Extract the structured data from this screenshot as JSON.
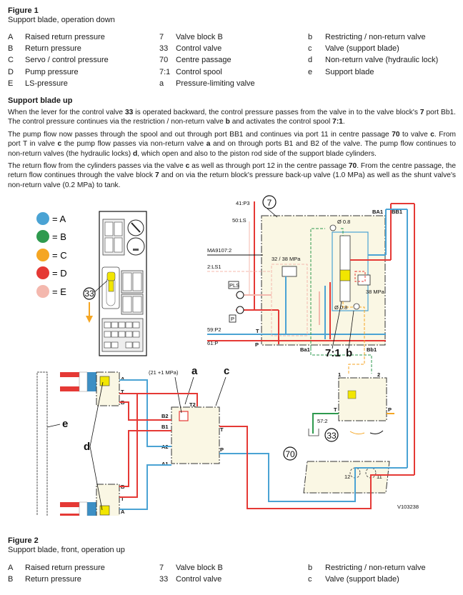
{
  "figure1": {
    "title": "Figure 1",
    "subtitle": "Support blade, operation down",
    "legend": {
      "col1": [
        {
          "key": "A",
          "label": "Raised return pressure"
        },
        {
          "key": "B",
          "label": "Return pressure"
        },
        {
          "key": "C",
          "label": "Servo / control pressure"
        },
        {
          "key": "D",
          "label": "Pump pressure"
        },
        {
          "key": "E",
          "label": "LS-pressure"
        }
      ],
      "col2": [
        {
          "key": "7",
          "label": "Valve block B"
        },
        {
          "key": "33",
          "label": "Control valve"
        },
        {
          "key": "70",
          "label": "Centre passage"
        },
        {
          "key": "7:1",
          "label": "Control spool"
        },
        {
          "key": "a",
          "label": "Pressure-limiting valve"
        }
      ],
      "col3": [
        {
          "key": "b",
          "label": "Restricting / non-return valve"
        },
        {
          "key": "c",
          "label": "Valve (support blade)"
        },
        {
          "key": "d",
          "label": "Non-return valve (hydraulic lock)"
        },
        {
          "key": "e",
          "label": "Support blade"
        }
      ]
    }
  },
  "section": {
    "heading": "Support blade up",
    "paragraphs": [
      {
        "parts": [
          "When the lever for the control valve ",
          "33",
          " is operated backward, the control pressure passes from the valve in to the valve block's ",
          "7",
          " port Bb1. The control pressure continues via the restriction / non-return valve ",
          "b",
          " and activates the control spool ",
          "7:1",
          "."
        ]
      },
      {
        "parts": [
          "The pump flow now passes through the spool and out through port BB1 and continues via port 11 in centre passage ",
          "70",
          " to valve ",
          "c",
          ". From port T in valve ",
          "c",
          " the pump flow passes via non-return valve ",
          "a",
          " and on through ports B1 and B2 of the valve. The pump flow continues to non-return valves (the hydraulic locks) ",
          "d",
          ", which open and also to the piston rod side of the support blade cylinders."
        ]
      },
      {
        "parts": [
          "The return flow from the cylinders passes via the valve ",
          "c",
          " as well as through port 12 in the centre passage ",
          "70",
          ". From the centre passage, the return flow continues through the valve block ",
          "7",
          " and on via the return block's pressure back-up valve (1.0 MPa) as well as the shunt valve's non-return valve (0.2 MPa) to tank."
        ]
      }
    ]
  },
  "diagram": {
    "colors": {
      "A": "#4aa3d4",
      "B": "#2e9a4e",
      "C": "#f5a623",
      "D": "#e53935",
      "E": "#f4b8ae",
      "block_fill": "#faf7e4",
      "highlight": "#f2e600"
    },
    "color_legend": [
      {
        "swatch": "A",
        "label": "= A"
      },
      {
        "swatch": "B",
        "label": "= B"
      },
      {
        "swatch": "C",
        "label": "= C"
      },
      {
        "swatch": "D",
        "label": "= D"
      },
      {
        "swatch": "E",
        "label": "= E"
      }
    ],
    "callouts": {
      "valve_block": "7",
      "control_valve": "33",
      "centre_passage": "70",
      "control_spool": "7:1",
      "restricting_valve": "b",
      "pressure_limiting": "a",
      "valve_c": "c",
      "hydraulic_lock": "d",
      "support_blade": "e"
    },
    "port_labels": {
      "p41": "41:P3",
      "p50": "50:LS",
      "ma": "MA9107:2",
      "ls1": "2:LS1",
      "pls": "PLS",
      "p": "P",
      "p59": "59:P2",
      "p61": "61:P",
      "t": "T",
      "pp": "P",
      "ba1": "BA1",
      "bb1": "BB1",
      "ba1_low": "Ba1",
      "bb1_low": "Bb1",
      "c_b2": "B2",
      "c_b1": "B1",
      "c_a2": "A2",
      "c_a1": "A1",
      "c_t2": "T2",
      "c_t": "T",
      "c_p": "P",
      "cyl_a": "A",
      "cyl_t": "T",
      "cyl_b": "B",
      "cv_1": "1",
      "cv_2": "2",
      "cv_t": "T",
      "cv_p": "P",
      "tank57": "57:2",
      "port12": "12",
      "port11": "11"
    },
    "values": {
      "relief_32_38": "32 / 38 MPa",
      "relief_38": "38 MPa",
      "orifice_top": "Ø 0.8",
      "orifice_bottom": "Ø 0.8",
      "a_setting": "(21 +1 MPa)"
    },
    "drawing_id": "V103238"
  },
  "figure2": {
    "title": "Figure 2",
    "subtitle": "Support blade, front, operation up",
    "legend": {
      "col1": [
        {
          "key": "A",
          "label": "Raised return pressure"
        },
        {
          "key": "B",
          "label": "Return pressure"
        }
      ],
      "col2": [
        {
          "key": "7",
          "label": "Valve block B"
        },
        {
          "key": "33",
          "label": "Control valve"
        }
      ],
      "col3": [
        {
          "key": "b",
          "label": "Restricting / non-return valve"
        },
        {
          "key": "c",
          "label": "Valve (support blade)"
        }
      ]
    }
  }
}
